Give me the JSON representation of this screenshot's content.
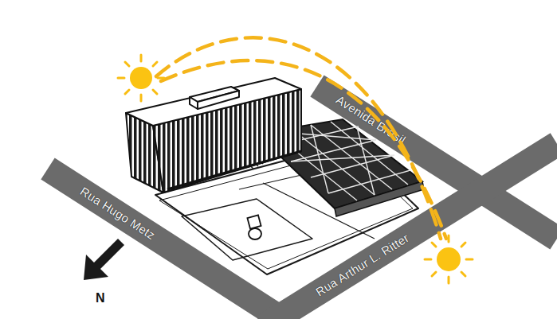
{
  "diagram": {
    "nodes": [
      {
        "text": [
          "Avenida Brasil"
        ]
      },
      {
        "text": [
          "Rua Hugo Metz"
        ]
      },
      {
        "text": [
          "Rua Arthur L. Ritter"
        ]
      }
    ],
    "labels": [
      "N"
    ]
  }
}
